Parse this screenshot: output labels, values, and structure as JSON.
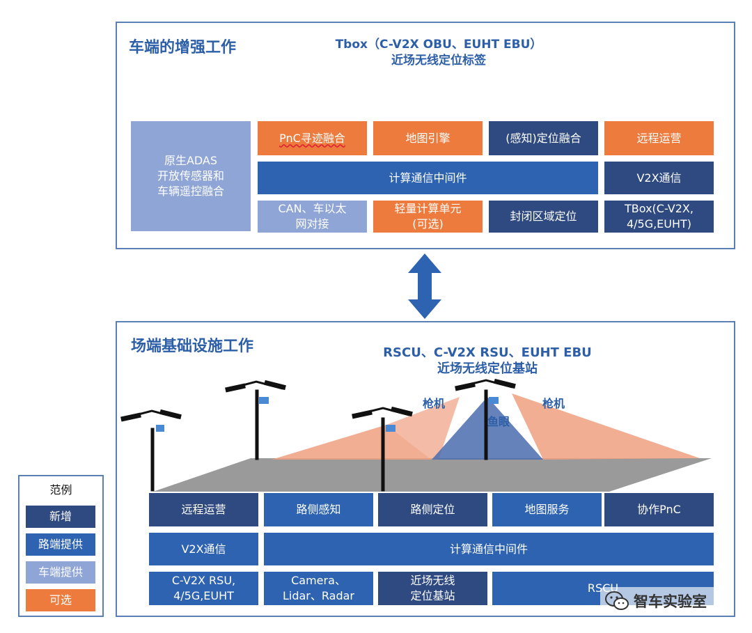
{
  "vehicle_panel": {
    "title": "车端的增强工作",
    "subtitle_line1": "Tbox（C-V2X OBU、EUHT EBU）",
    "subtitle_line2": "近场无线定位标签",
    "native_box": "原生ADAS\n开放传感器和\n车辆遥控融合",
    "row1": [
      "PnC寻迹融合",
      "地图引擎",
      "(感知)定位融合",
      "远程运营"
    ],
    "row2_middleware": "计算通信中间件",
    "row2_v2x": "V2X通信",
    "row3": [
      "CAN、车以太\n网对接",
      "轻量计算单元\n(可选)",
      "封闭区域定位",
      "TBox(C-V2X,\n4/5G,EUHT)"
    ]
  },
  "field_panel": {
    "title": "场端基础设施工作",
    "subtitle_line1": "RSCU、C-V2X RSU、EUHT EBU",
    "subtitle_line2": "近场无线定位基站",
    "label_gun_left": "枪机",
    "label_gun_right": "枪机",
    "label_fisheye": "鱼眼",
    "row1": [
      "远程运营",
      "路侧感知",
      "路侧定位",
      "地图服务",
      "协作PnC"
    ],
    "row2_v2x": "V2X通信",
    "row2_middleware": "计算通信中间件",
    "row3": [
      "C-V2X RSU,\n4/5G,EUHT",
      "Camera、\nLidar、Radar",
      "近场无线\n定位基站",
      "RSCU"
    ]
  },
  "legend": {
    "title": "范例",
    "items": [
      "新增",
      "路端提供",
      "车端提供",
      "可选"
    ]
  },
  "watermark": "智车实验室",
  "colors": {
    "new": "#2e4a80",
    "road": "#2d63b0",
    "car": "#8ea5d6",
    "optional": "#ec7b3d",
    "frame": "#5a7fb4",
    "arrow": "#2d63b0",
    "ground": "#9a9a9a",
    "cone": "#f0a080"
  }
}
